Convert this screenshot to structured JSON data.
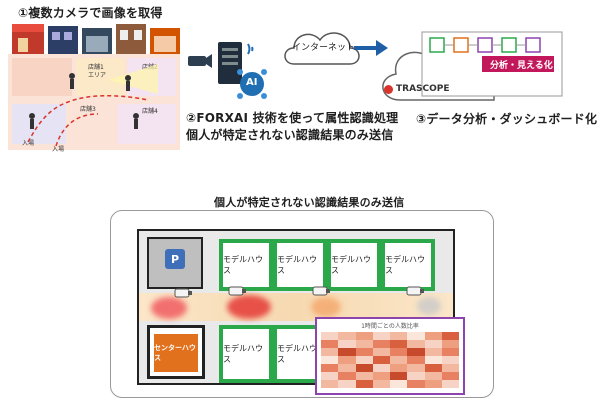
{
  "step1": {
    "title": "①複数カメラで画像を取得"
  },
  "step2": {
    "line1": "②FORXAI 技術を使って属性認識処理",
    "line2": "個人が特定されない認識結果のみ送信"
  },
  "step3": {
    "title": "③データ分析・ダッシュボード化"
  },
  "internet": {
    "label": "インターネット"
  },
  "trascope": {
    "logo": "TRASCOPE",
    "badge": "分析・見える化"
  },
  "ai_chip": {
    "label": "AI"
  },
  "store_rooms": {
    "r1": "店舗1",
    "r2": "店舗2",
    "r3": "店舗3",
    "r4": "店舗4",
    "area": "エリア",
    "entrance1": "入場",
    "entrance2": "入場"
  },
  "bottom": {
    "title": "個人が特定されない認識結果のみ送信",
    "parking": "P",
    "center_house": "センターハウス",
    "model_house": "モデルハウス",
    "chart_title": "1時間ごとの人数比率"
  },
  "colors": {
    "green": "#2aa84a",
    "orange": "#e2711d",
    "purple": "#8e44ad",
    "blue": "#1f6fb2",
    "red": "#d9342b"
  }
}
